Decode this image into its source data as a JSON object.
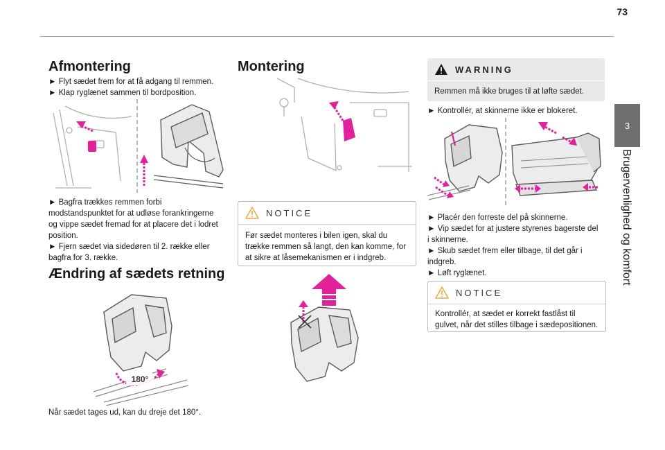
{
  "page": {
    "number": "73",
    "chapter_tab": "3",
    "chapter_title": "Brugervenlighed og komfort"
  },
  "left_column": {
    "removal_heading": "Afmontering",
    "removal_steps": [
      "► Flyt sædet frem for at få adgang til remmen.",
      "► Klap ryglænet sammen til bordposition."
    ],
    "removal_text": [
      "► Bagfra trækkes remmen forbi",
      "modstandspunktet for at udløse forankringerne",
      "og vippe sædet fremad for at placere det i lodret",
      "position.",
      "► Fjern sædet via sidedøren til 2. række eller",
      "bagfra for 3. række."
    ],
    "direction_heading": "Ændring af sædets retning",
    "rotation_label": "180°",
    "rotation_caption": "Når sædet tages ud, kan du dreje det 180°."
  },
  "middle_column": {
    "mounting_heading": "Montering",
    "notice": {
      "label": "NOTICE",
      "lines": [
        "Før sædet monteres i bilen igen, skal du",
        "trække remmen så langt, den kan komme, for",
        "at sikre at låsemekanismen er i indgreb."
      ]
    }
  },
  "right_column": {
    "warning": {
      "label": "WARNING",
      "text": "Remmen må ikke bruges til at løfte sædet."
    },
    "check_rails": "► Kontrollér, at skinnerne ikke er blokeret.",
    "steps": [
      "► Placér den forreste del på skinnerne.",
      "► Vip sædet for at justere styrenes bagerste del",
      "i skinnerne.",
      "► Skub sædet frem eller tilbage, til det går i",
      "indgreb.",
      "► Løft ryglænet."
    ],
    "notice": {
      "label": "NOTICE",
      "lines": [
        "Kontrollér, at sædet er korrekt fastlåst til",
        "gulvet, når det stilles tilbage i sædepositionen."
      ]
    }
  },
  "colors": {
    "accent_arrow": "#e3219b",
    "chapter_tab": "#6f6f6f",
    "warning_bg": "#e9e9e9",
    "notice_icon": "#f0a93a",
    "warning_icon": "#1a1a1a"
  }
}
